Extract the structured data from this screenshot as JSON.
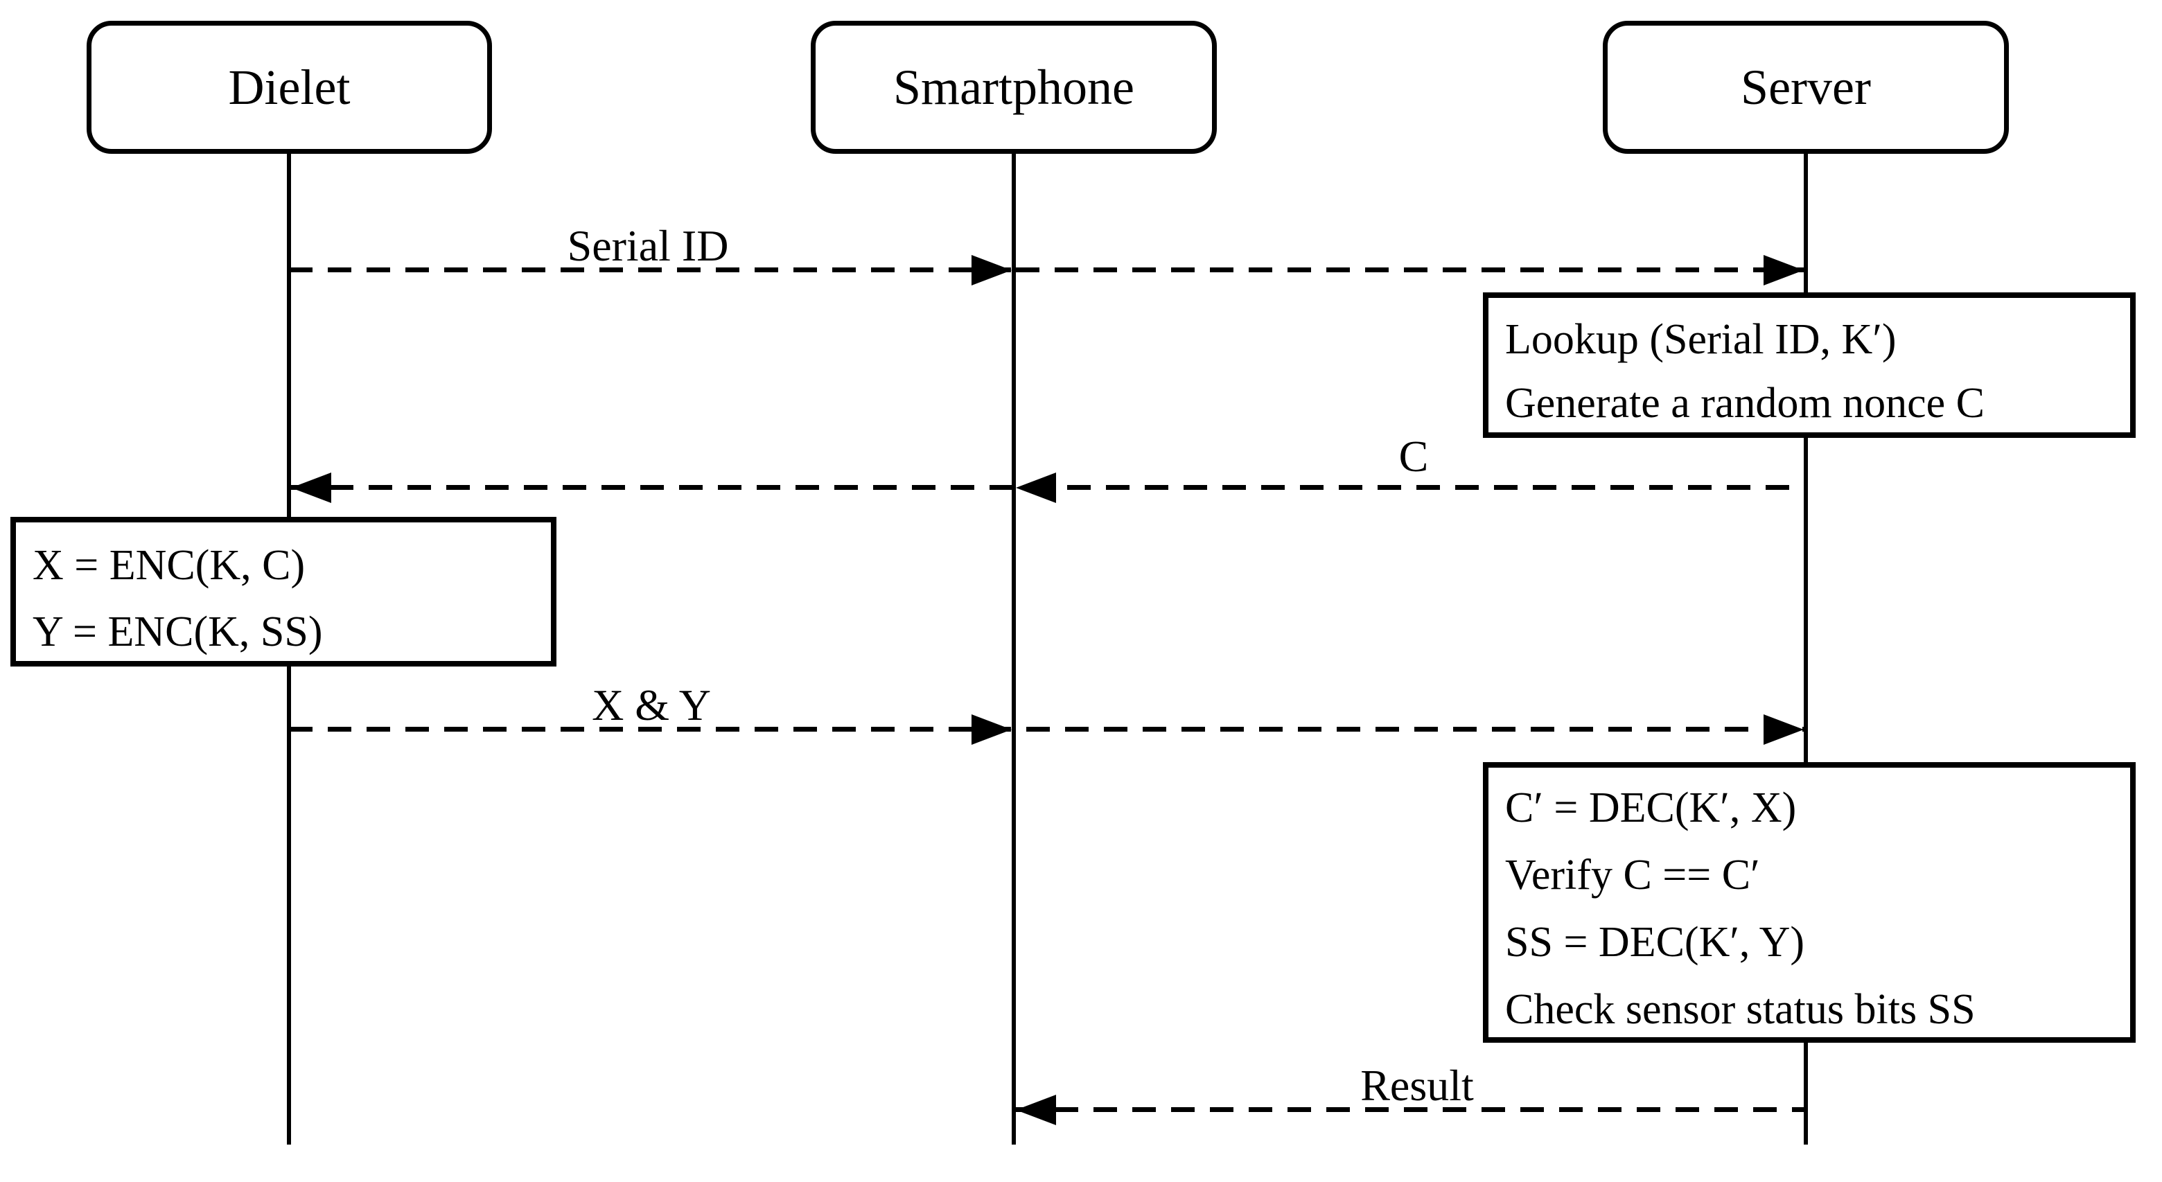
{
  "diagram": {
    "type": "sequence-diagram",
    "background_color": "#ffffff",
    "line_color": "#000000"
  },
  "actors": [
    {
      "label": "Dielet"
    },
    {
      "label": "Smartphone"
    },
    {
      "label": "Server"
    }
  ],
  "messages": [
    {
      "label": "Serial ID",
      "from": "Dielet",
      "to": "Server",
      "direction": "right"
    },
    {
      "label": "C",
      "from": "Server",
      "to": "Dielet",
      "direction": "left"
    },
    {
      "label": "X & Y",
      "from": "Dielet",
      "to": "Server",
      "direction": "right"
    },
    {
      "label": "Result",
      "from": "Server",
      "to": "Smartphone",
      "direction": "left"
    }
  ],
  "notes": [
    {
      "actor": "Server",
      "lines": [
        "Lookup (Serial ID, K′)",
        "Generate a random nonce C"
      ]
    },
    {
      "actor": "Dielet",
      "lines": [
        "X = ENC(K, C)",
        "Y = ENC(K, SS)"
      ]
    },
    {
      "actor": "Server",
      "lines": [
        "C′ = DEC(K′, X)",
        "Verify C == C′",
        "SS = DEC(K′, Y)",
        "Check sensor status bits SS"
      ]
    }
  ]
}
